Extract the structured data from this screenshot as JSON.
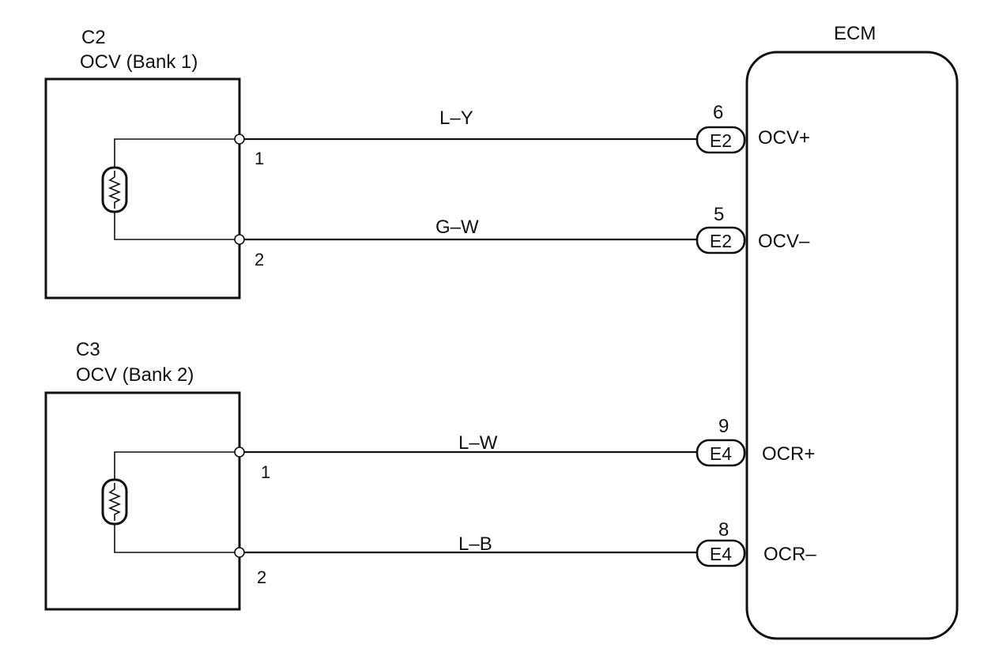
{
  "components": {
    "c2": {
      "code": "C2",
      "name": "OCV (Bank 1)",
      "pin1": "1",
      "pin2": "2"
    },
    "c3": {
      "code": "C3",
      "name": "OCV (Bank 2)",
      "pin1": "1",
      "pin2": "2"
    },
    "ecm": {
      "name": "ECM"
    }
  },
  "wires": [
    {
      "color": "L–Y",
      "pin": "6",
      "connector": "E2",
      "terminal": "OCV+"
    },
    {
      "color": "G–W",
      "pin": "5",
      "connector": "E2",
      "terminal": "OCV–"
    },
    {
      "color": "L–W",
      "pin": "9",
      "connector": "E4",
      "terminal": "OCR+"
    },
    {
      "color": "L–B",
      "pin": "8",
      "connector": "E4",
      "terminal": "OCR–"
    }
  ]
}
